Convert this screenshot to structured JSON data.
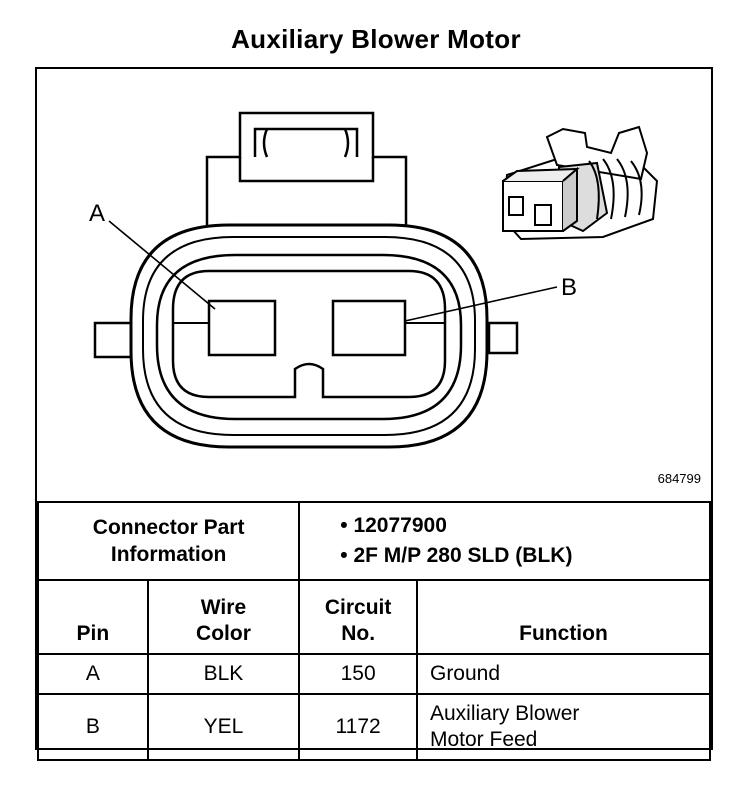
{
  "title": "Auxiliary Blower Motor",
  "drawing": {
    "callout_a": "A",
    "callout_b": "B",
    "reference_number": "684799"
  },
  "connector_info": {
    "label_line1": "Connector Part",
    "label_line2": "Information",
    "part_number": "12077900",
    "description": "2F M/P 280 SLD (BLK)",
    "bullet": "•"
  },
  "table": {
    "headers": {
      "pin": "Pin",
      "wire_line1": "Wire",
      "wire_line2": "Color",
      "circuit_line1": "Circuit",
      "circuit_line2": "No.",
      "function": "Function"
    },
    "rows": [
      {
        "pin": "A",
        "wire_color": "BLK",
        "circuit": "150",
        "function_line1": "Ground",
        "function_line2": ""
      },
      {
        "pin": "B",
        "wire_color": "YEL",
        "circuit": "1172",
        "function_line1": "Auxiliary Blower",
        "function_line2": "Motor Feed"
      }
    ]
  }
}
